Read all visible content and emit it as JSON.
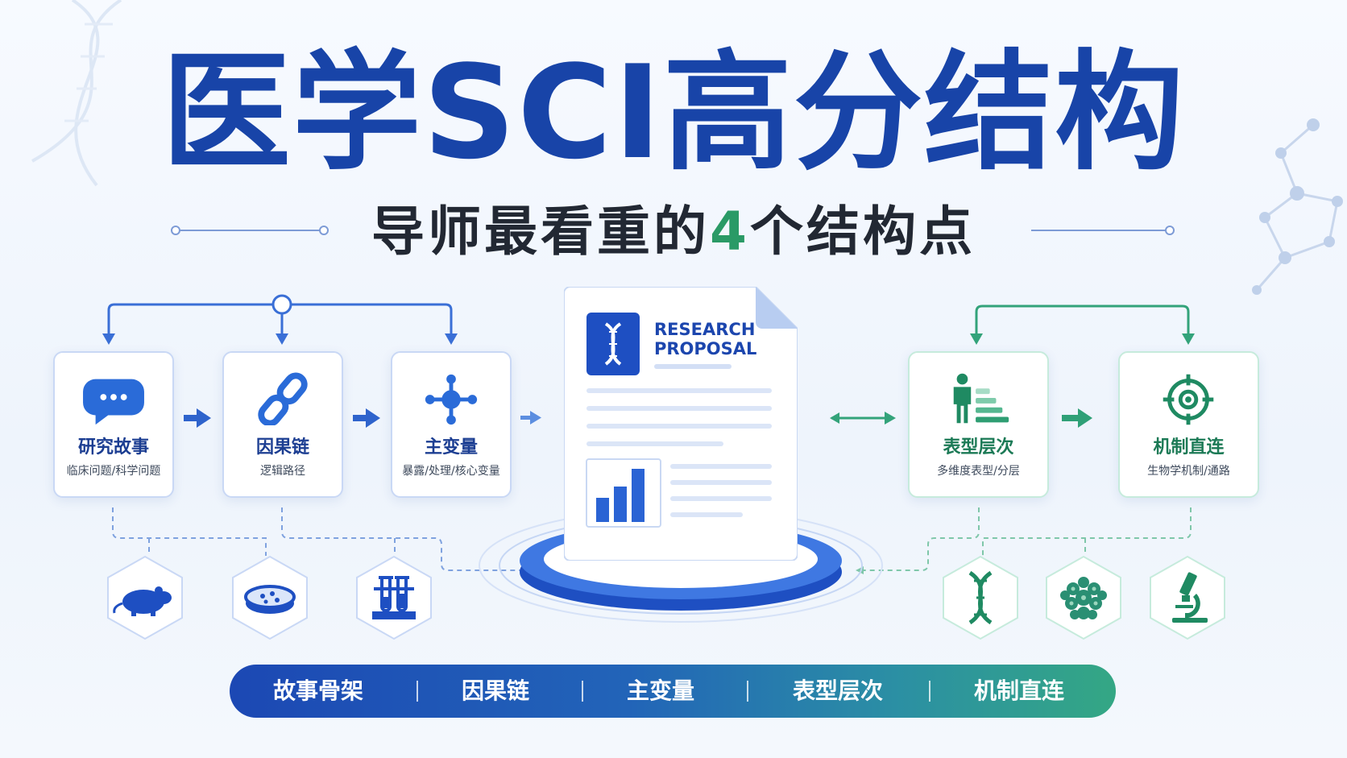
{
  "title": "医学SCI高分结构",
  "subtitle": {
    "prefix": "导师最看重的",
    "number": "4",
    "suffix": "个结构点"
  },
  "document": {
    "line1": "RESEARCH",
    "line2": "PROPOSAL"
  },
  "left_cards": [
    {
      "name": "研究故事",
      "desc": "临床问题/科学问题",
      "icon": "chat-bubble-icon"
    },
    {
      "name": "因果链",
      "desc": "逻辑路径",
      "icon": "chain-link-icon"
    },
    {
      "name": "主变量",
      "desc": "暴露/处理/核心变量",
      "icon": "network-node-icon"
    }
  ],
  "right_cards": [
    {
      "name": "表型层次",
      "desc": "多维度表型/分层",
      "icon": "person-layers-icon"
    },
    {
      "name": "机制直连",
      "desc": "生物学机制/通路",
      "icon": "target-icon"
    }
  ],
  "left_hexes": [
    "mouse-icon",
    "petri-dish-icon",
    "test-tubes-icon"
  ],
  "right_hexes": [
    "dna-icon",
    "cell-cluster-icon",
    "microscope-icon"
  ],
  "bottom_bar": [
    "故事骨架",
    "因果链",
    "主变量",
    "表型层次",
    "机制直连"
  ],
  "colors": {
    "primary_blue": "#1844a8",
    "accent_green": "#2a9a66",
    "text_dark": "#222833"
  }
}
